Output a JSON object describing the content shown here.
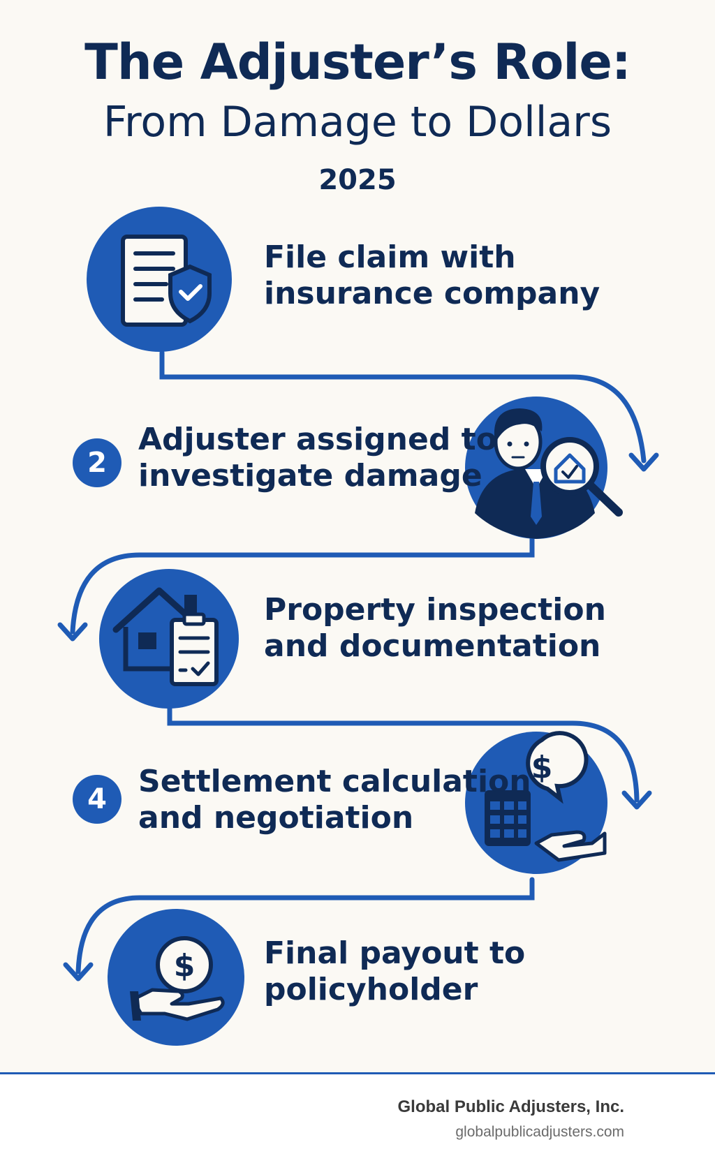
{
  "header": {
    "title_line1": "The Adjuster’s Role:",
    "title_line2": "From Damage to Dollars",
    "year": "2025"
  },
  "colors": {
    "background": "#fbf9f4",
    "primary_blue": "#1f5bb5",
    "navy_text": "#0f2a55",
    "logo_orange": "#f07a1a"
  },
  "steps": [
    {
      "number": "",
      "label_line1": "File claim with",
      "label_line2": "insurance company",
      "icon": "claim-document-shield-icon"
    },
    {
      "number": "2",
      "label_line1": "Adjuster assigned to",
      "label_line2": "investigate damage",
      "icon": "adjuster-magnifier-house-icon"
    },
    {
      "number": "",
      "label_line1": "Property inspection",
      "label_line2": "and documentation",
      "icon": "house-checklist-icon"
    },
    {
      "number": "4",
      "label_line1": "Settlement calculation",
      "label_line2": "and negotiation",
      "icon": "calculator-dollar-hand-icon"
    },
    {
      "number": "",
      "label_line1": "Final payout to",
      "label_line2": "policyholder",
      "icon": "dollar-coin-hand-icon"
    }
  ],
  "footer": {
    "company": "Global Public Adjusters, Inc.",
    "website": "globalpublicadjusters.com",
    "logo_icon": "company-logo-icon"
  }
}
